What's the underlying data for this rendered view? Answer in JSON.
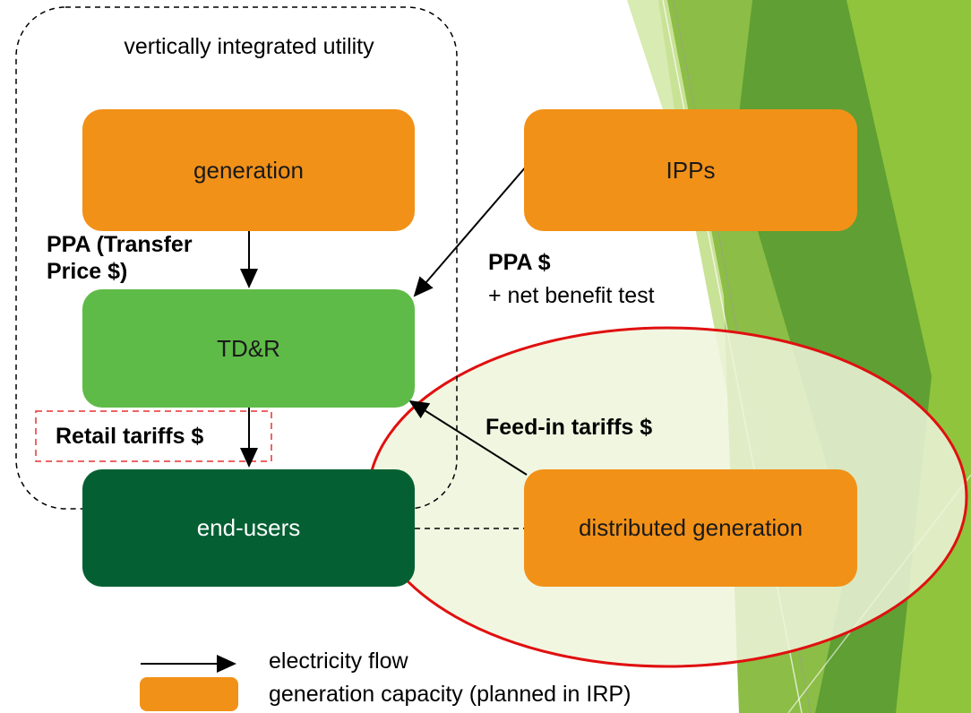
{
  "utility_group": {
    "label": "vertically integrated utility"
  },
  "boxes": {
    "generation": "generation",
    "ipps": "IPPs",
    "tdr": "TD&R",
    "end_users": "end-users",
    "distributed_generation": "distributed generation"
  },
  "labels": {
    "ppa_transfer_price": "PPA (Transfer Price $)",
    "ppa_line1": "PPA (Transfer",
    "ppa_line2": "Price $)",
    "ppa_ipp": "PPA $",
    "net_benefit": "+ net benefit test",
    "retail_tariffs": "Retail tariffs $",
    "feed_in_tariffs": "Feed-in tariffs $"
  },
  "legend": {
    "electricity_flow": "electricity flow",
    "generation_capacity": "generation capacity (planned in IRP)"
  },
  "colors": {
    "orange": "#F29118",
    "light_green": "#5EBB47",
    "dark_green": "#046033",
    "highlight_ellipse": "#E01010",
    "retail_box": "#E83030"
  }
}
